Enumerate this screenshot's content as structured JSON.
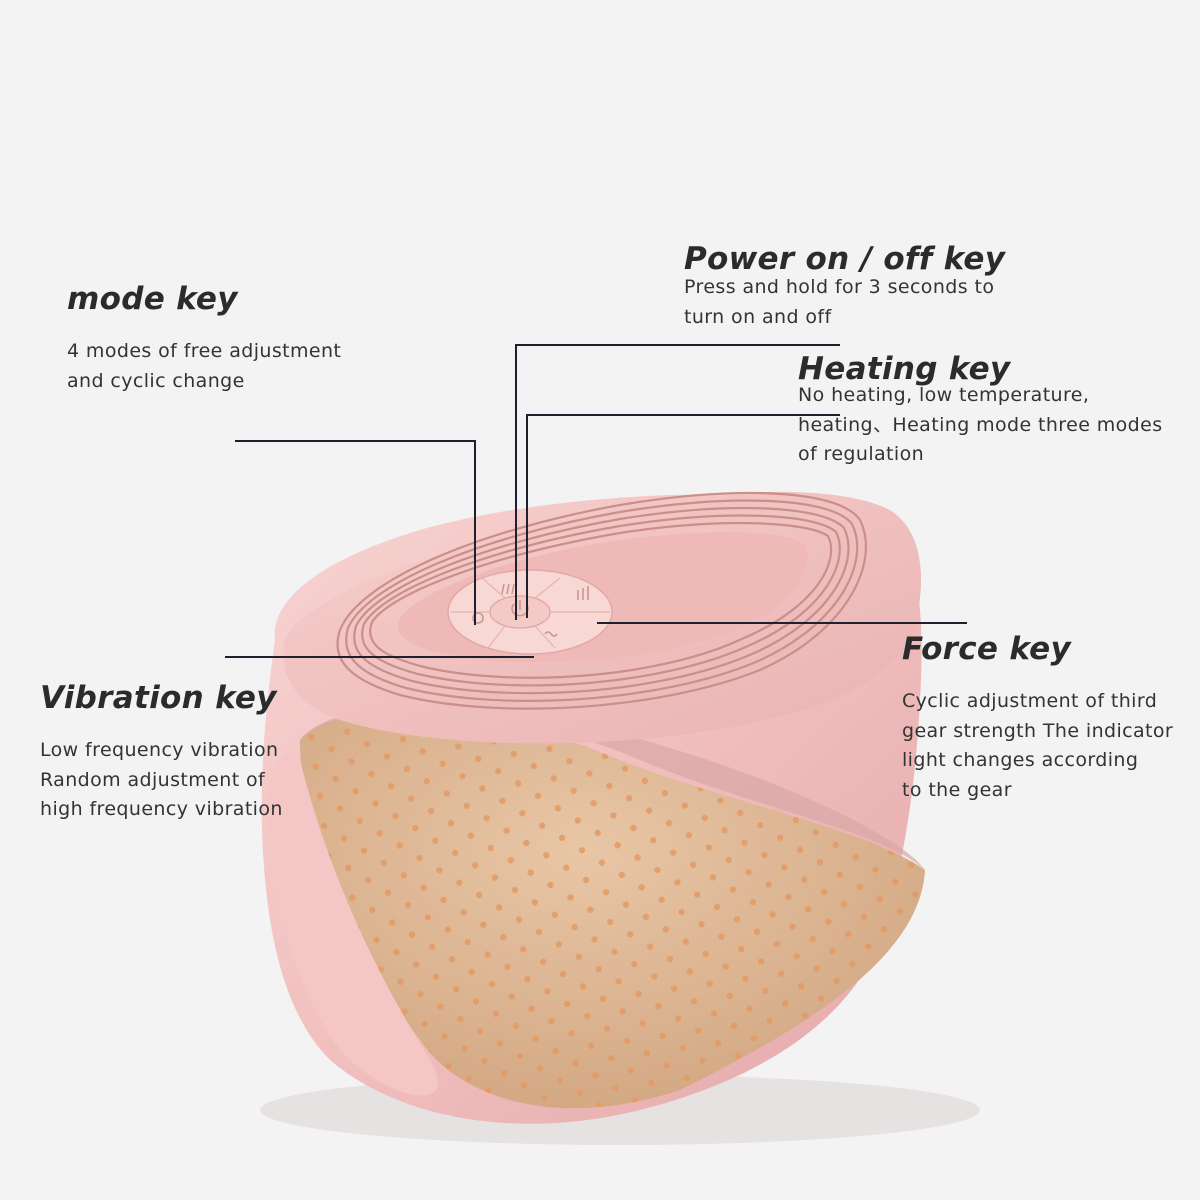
{
  "labels": {
    "mode_key": {
      "title": "mode key",
      "lines": [
        "4 modes of free adjustment",
        "and cyclic change"
      ]
    },
    "power_key": {
      "title": "Power on / off key",
      "lines": [
        "Press and hold for 3 seconds to",
        "turn on and off"
      ]
    },
    "heating_key": {
      "title": "Heating key",
      "lines": [
        "No heating, low temperature,",
        "heating、Heating mode three modes",
        "of regulation"
      ]
    },
    "vibration_key": {
      "title": "Vibration key",
      "lines": [
        "Low frequency vibration",
        "Random adjustment of",
        "high frequency vibration"
      ]
    },
    "force_key": {
      "title": "Force key",
      "lines": [
        "Cyclic adjustment of third",
        "gear strength The indicator",
        "light changes according",
        "to the gear"
      ]
    }
  },
  "colors": {
    "background": "#f3f3f3",
    "device_pink": "#f0bcbc",
    "device_shadow": "#d99a9c",
    "liner_tan": "#dfb894",
    "dot_orange": "#e39a63",
    "rose_gold": "#c98f88",
    "leader_line": "#1f1f2e"
  },
  "icons": [
    "power-icon",
    "heating-icon",
    "force-icon",
    "mode-icon",
    "vibration-icon"
  ]
}
